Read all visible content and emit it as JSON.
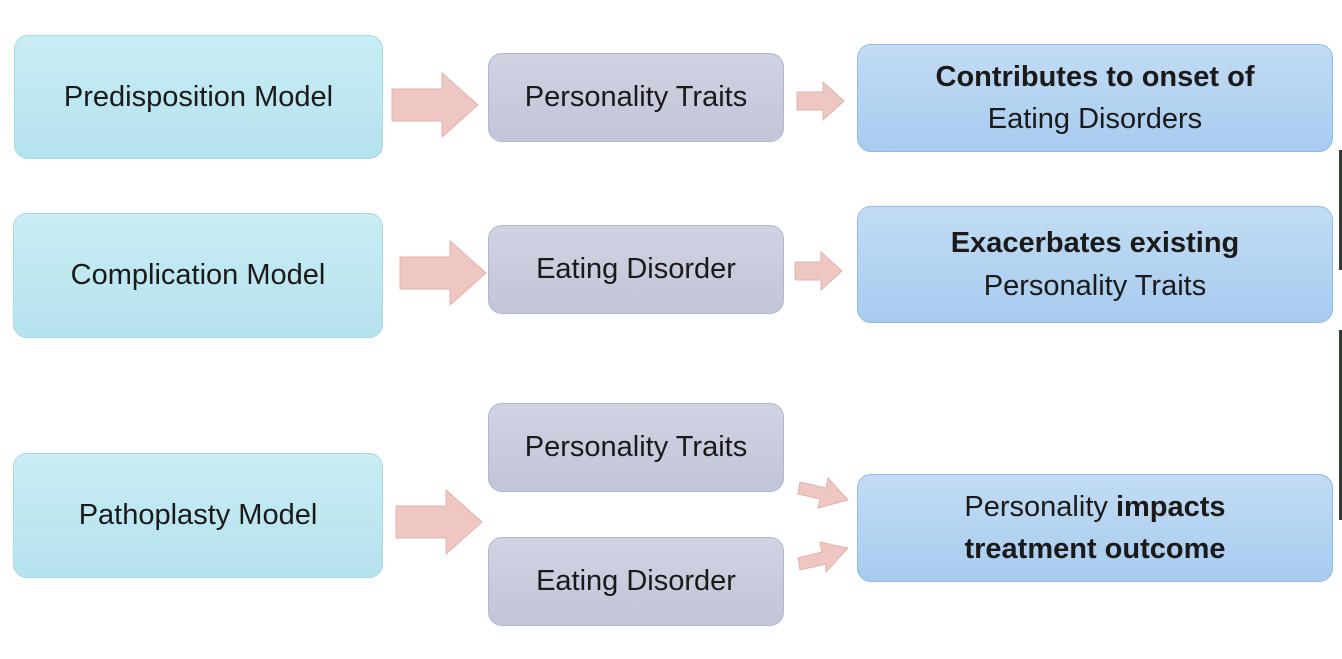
{
  "rows": [
    {
      "model": "Predisposition Model",
      "middle": [
        "Personality Traits"
      ],
      "result_parts": [
        {
          "text": "Contributes to onset of",
          "bold": true
        },
        {
          "text": "Eating Disorders",
          "bold": false
        }
      ]
    },
    {
      "model": "Complication Model",
      "middle": [
        "Eating Disorder"
      ],
      "result_parts": [
        {
          "text": "Exacerbates existing",
          "bold": true
        },
        {
          "text": "Personality Traits",
          "bold": false
        }
      ]
    },
    {
      "model": "Pathoplasty Model",
      "middle": [
        "Personality Traits",
        "Eating Disorder"
      ],
      "result_line1_normal": "Personality",
      "result_line1_bold": "impacts",
      "result_line2_bold": "treatment outcome"
    }
  ],
  "colors": {
    "model_box": "#b4e2ee",
    "middle_box": "#c1c5d8",
    "result_box": "#a7cbef",
    "arrow": "#efc7c2"
  }
}
